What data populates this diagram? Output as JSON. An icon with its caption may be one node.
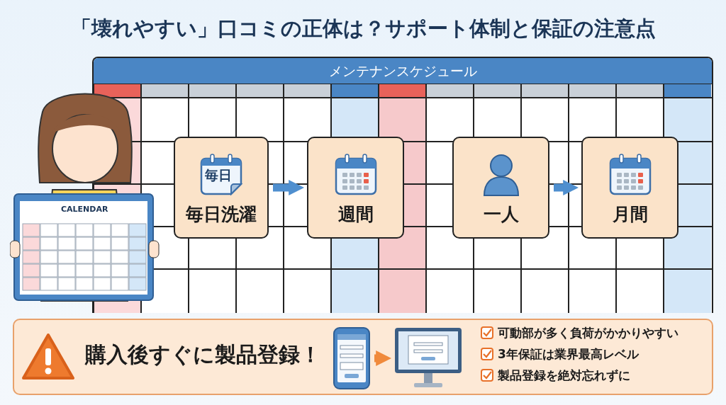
{
  "diagram": {
    "title": "「壊れやすい」口コミの正体は？サポート体制と保証の注意点",
    "nodes": [
      {
        "text": [
          "毎日",
          "毎日洗濯"
        ]
      },
      {
        "text": [
          "週間"
        ]
      },
      {
        "text": [
          "一人"
        ]
      },
      {
        "text": [
          "月間"
        ]
      },
      {
        "text": [],
        "shape": "picture"
      },
      {
        "text": [],
        "shape": "picture"
      }
    ],
    "edges": [
      {
        "from": 0,
        "to": 1,
        "arrow": "to"
      },
      {
        "from": 2,
        "to": 3,
        "arrow": "to"
      },
      {
        "from": 4,
        "to": 5,
        "arrow": "to",
        "color": "#f08a3c"
      }
    ],
    "labels": [
      "メンテナンスケジュール",
      "CALENDAR",
      "購入後**すぐ**に**製品登録**！",
      "可動部が多く負荷がかかりやすい",
      "3年保証は業界最高レベル",
      "製品登録を絶対忘れずに"
    ]
  }
}
